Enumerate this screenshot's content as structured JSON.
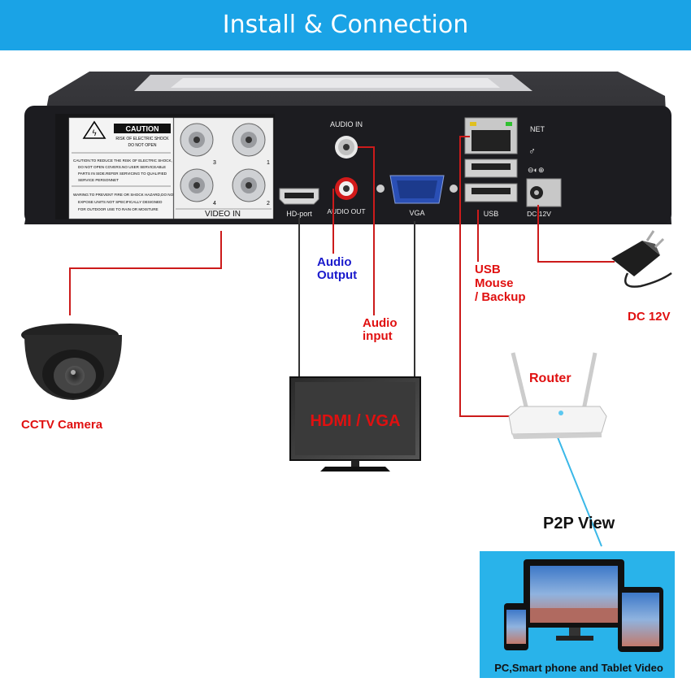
{
  "header": {
    "title": "Install & Connection"
  },
  "dvr_panel": {
    "caution_title": "CAUTION",
    "caution_sub_1": "RISK OF ELECTRIC SHOCK",
    "caution_sub_2": "DO NOT OPEN",
    "caution_text_1": "CAUTION:TO REDUCE THE RISK OF ELECTRIC SHOCK,",
    "caution_text_2": "DO NOT OPEN COVERS.NO USER SERVICEABLE",
    "caution_text_3": "PARTS IN SIDE.REFER SERVICING TO QUALIFIED",
    "caution_text_4": "SERVICE PERSONNET",
    "warning_text_1": "WARING:TO PREVENT FIRE OR SHOCK HAZARD,DO NOT",
    "warning_text_2": "EXPOSE UNITS NOT SPECIFICALLY DESIGNED",
    "warning_text_3": "FOR OUTDOOR USE TO RAIN OR MOISTURE",
    "video_in_label": "VIDEO IN",
    "bnc_numbers": [
      "3",
      "1",
      "4",
      "2"
    ],
    "hd_port_label": "HD-port",
    "audio_in_label": "AUDIO IN",
    "audio_out_label": "AUDIO OUT",
    "vga_label": "VGA",
    "usb_label": "USB",
    "net_label": "NET",
    "dc_label": "DC 12V"
  },
  "callouts": {
    "audio_output": [
      "Audio",
      "Output"
    ],
    "audio_input": [
      "Audio",
      "input"
    ],
    "usb": [
      "USB",
      "Mouse",
      "/ Backup"
    ],
    "dc": "DC 12V",
    "router": "Router",
    "camera": "CCTV Camera",
    "monitor": "HDMI / VGA",
    "p2p": "P2P View",
    "devices_caption": "PC,Smart phone and Tablet Video"
  },
  "colors": {
    "header_bg": "#1aa3e6",
    "red_label": "#e01010",
    "blue_label": "#1a1acc",
    "red_line": "#cc1b1b",
    "cyan_line": "#3ab8e8"
  }
}
